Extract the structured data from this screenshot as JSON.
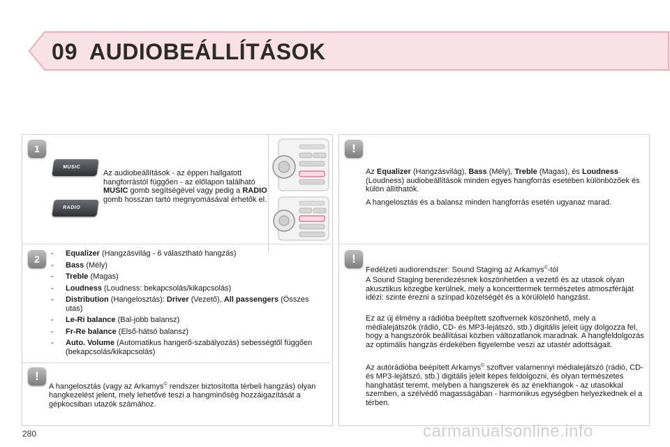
{
  "header": {
    "chapter_number": "09",
    "title": "AUDIOBEÁLLÍTÁSOK"
  },
  "left": {
    "step1": {
      "badge": "1",
      "music_button_label": "MUSIC",
      "radio_button_label": "RADIO",
      "text_pre": "Az audiobeállítások - az éppen hallgatott hangforrástól függően - az előlapon található ",
      "text_bold1": "MUSIC",
      "text_mid": " gomb segítségével vagy pedig a ",
      "text_bold2": "RADIO",
      "text_post": " gomb hosszan tartó megnyomásával érhetők el."
    },
    "step2": {
      "badge": "2",
      "items": [
        {
          "bold": "Equalizer",
          "rest": " (Hangzásvilág - 6 választható hangzás)"
        },
        {
          "bold": "Bass",
          "rest": " (Mély)"
        },
        {
          "bold": "Treble",
          "rest": " (Magas)"
        },
        {
          "bold": "Loudness",
          "rest": " (Loudness: bekapcsolás/kikapcsolás)"
        },
        {
          "bold": "Distribution",
          "rest": " (Hangelosztás): ",
          "bold2": "Driver",
          "rest2": " (Vezető), ",
          "bold3": "All passengers",
          "rest3": " (Összes utas)"
        },
        {
          "bold": "Le-Ri balance",
          "rest": " (Bal-jobb balansz)"
        },
        {
          "bold": "Fr-Re balance",
          "rest": " (Első-hátsó balansz)"
        },
        {
          "bold": "Auto. Volume",
          "rest": " (Automatikus hangerő-szabályozás) sebességtől függően (bekapcsolás/kikapcsolás)"
        }
      ]
    },
    "note": {
      "text_pre": "A hangelosztás (vagy az Arkamys",
      "sup": "©",
      "text_post": " rendszer biztosította térbeli hangzás) olyan hangkezelést jelent, mely lehetővé teszi a hangminőség hozzáigazítását a gépkocsiban utazók számához."
    }
  },
  "right": {
    "note1": {
      "p1_pre": "Az ",
      "p1_b1": "Equalizer",
      "p1_t1": " (Hangzásvilág), ",
      "p1_b2": "Bass",
      "p1_t2": " (Mély), ",
      "p1_b3": "Treble",
      "p1_t3": " (Magas), és ",
      "p1_b4": "Loudness",
      "p1_t4": " (Loudness) audiobeállítások minden egyes hangforrás esetében különbözőek és külön állíthatók.",
      "p2": "A hangelosztás és a balansz minden hangforrás esetén ugyanaz marad."
    },
    "note2": {
      "p1_pre": "Fedélzeti audiorendszer: Sound Staging az Arkamys",
      "p1_sup": "©",
      "p1_post": "-tól",
      "p2": "A Sound Staging berendezésnek köszönhetően a vezető és az utasok olyan akusztikus közegbe kerülnek, mely a koncerttermek természetes atmoszféráját idézi: szinte érezni a színpad közelségét és a körülölelő hangzást.",
      "p3": "Ez az új élmény a rádióba beépített szoftvernek köszönhető, mely a médialejátszók (rádió, CD- és MP3-lejátszó, stb.) digitális jeleit úgy dolgozza fel, hogy a hangszórók beállításai közben változatlanok maradnak. A hangfeldolgozás az optimális hangzás érdekében figyelembe veszi az utastér adottságait.",
      "p4_pre": "Az autórádióba beépített Arkamys",
      "p4_sup": "©",
      "p4_post": " szoftver valamennyi médialejátszó (rádió, CD- és MP3-lejátszó, stb.) digitális jeleit képes feldolgozni, és olyan természetes hanghatást teremt, melyben a hangszerek és az énekhangok - az utasokkal szemben, a szélvédő magasságában - harmonikus egységben helyezkednek el a térben."
    }
  },
  "footer": {
    "page_number": "280",
    "watermark": "carmanualsonline.info"
  },
  "colors": {
    "accent_pink": "#f3c9d3",
    "badge_gray": "#8a8a8a"
  }
}
